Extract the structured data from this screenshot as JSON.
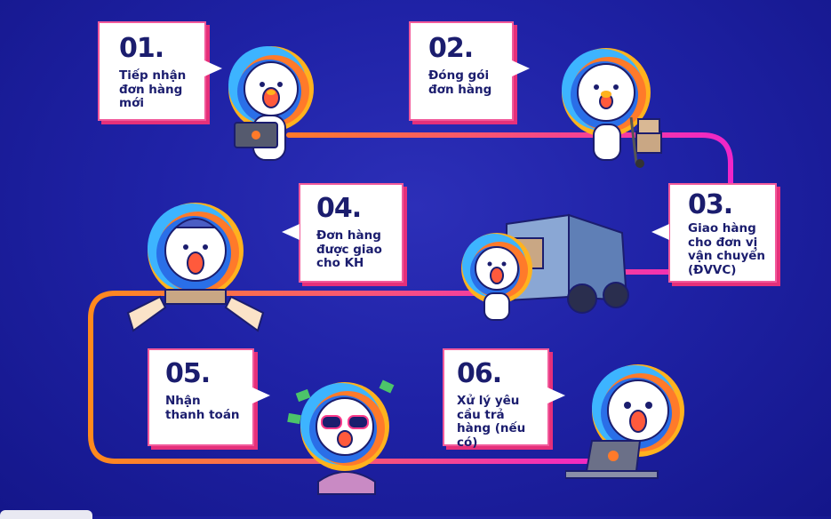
{
  "steps": [
    {
      "number": "01.",
      "text": "Tiếp nhận đơn hàng mới"
    },
    {
      "number": "02.",
      "text": "Đóng gói đơn hàng"
    },
    {
      "number": "03.",
      "text": "Giao hàng cho đơn vị vận chuyển (ĐVVC)"
    },
    {
      "number": "04.",
      "text": "Đơn hàng được giao cho KH"
    },
    {
      "number": "05.",
      "text": "Nhận thanh toán"
    },
    {
      "number": "06.",
      "text": "Xử lý yêu cầu trả hàng (nếu có)"
    }
  ],
  "colors": {
    "background": "#1f22a6",
    "path_pink": "#f026b8",
    "path_orange": "#ff8a1c",
    "card_border": "#f25a9b",
    "text": "#1b1d6e"
  },
  "icons": [
    "lion-mascot-laptop",
    "lion-mascot-cart",
    "delivery-truck",
    "lion-mascot-box",
    "lion-mascot-money",
    "lion-mascot-laptop-return"
  ]
}
